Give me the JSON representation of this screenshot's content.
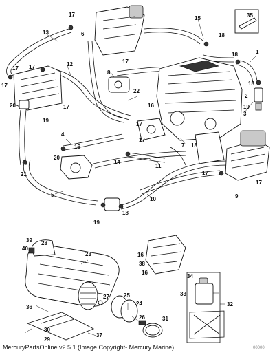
{
  "footer": {
    "copyright": "MercuryPartsOnline v2.5.1 (Image Copyright- Mercury Marine)",
    "figure_number": "00000"
  },
  "callouts": {
    "c1": "1",
    "c2": "2",
    "c3": "3",
    "c4": "4",
    "c5": "5",
    "c6": "6",
    "c7": "7",
    "c8": "8",
    "c9": "9",
    "c10": "10",
    "c11": "11",
    "c12": "12",
    "c13": "13",
    "c14": "14",
    "c15": "15",
    "c16": "16",
    "c17": "17",
    "c18": "18",
    "c19": "19",
    "c20": "20",
    "c21": "21",
    "c22": "22",
    "c23": "23",
    "c24": "24",
    "c25": "25",
    "c26": "26",
    "c27": "27",
    "c28": "28",
    "c29": "29",
    "c30": "30",
    "c31": "31",
    "c32": "32",
    "c33": "33",
    "c34": "34",
    "c35": "35",
    "c36": "36",
    "c37": "37",
    "c38": "38",
    "c39": "39",
    "c40": "40"
  }
}
